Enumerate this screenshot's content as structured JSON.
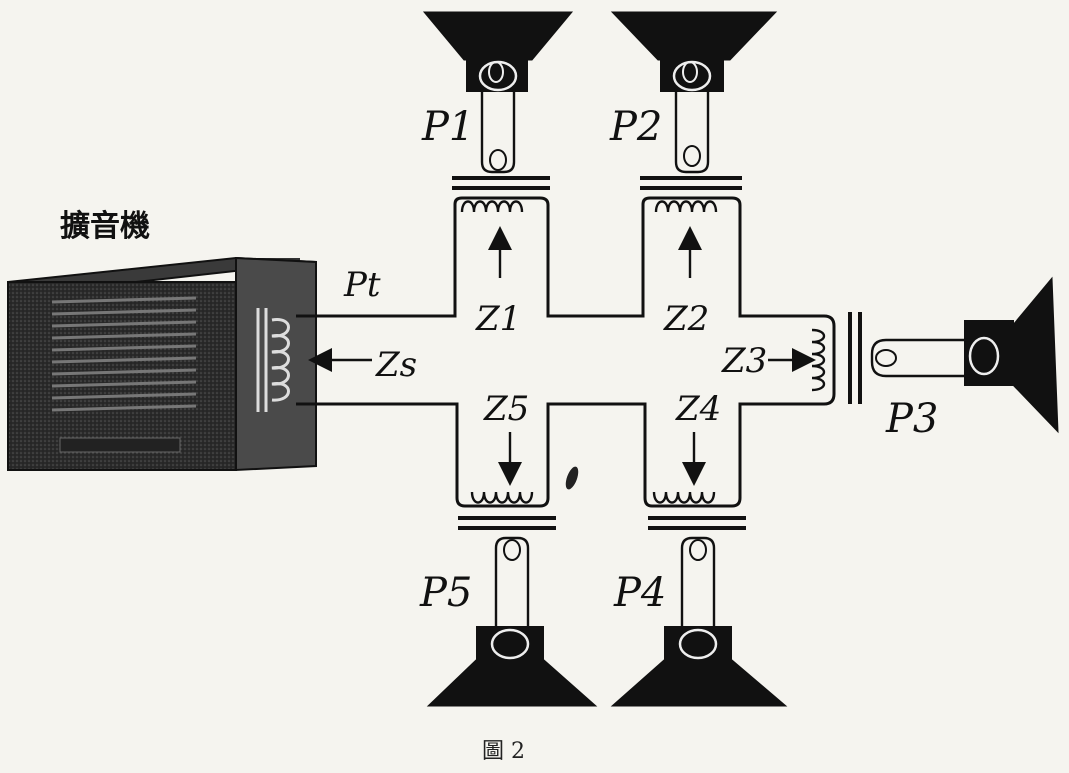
{
  "diagram": {
    "amplifier_label": "擴音機",
    "line_label": "Pt",
    "source_impedance_label": "Zs",
    "impedances": [
      {
        "id": "z1",
        "label": "Z1"
      },
      {
        "id": "z2",
        "label": "Z2"
      },
      {
        "id": "z3",
        "label": "Z3"
      },
      {
        "id": "z4",
        "label": "Z4"
      },
      {
        "id": "z5",
        "label": "Z5"
      }
    ],
    "speakers": [
      {
        "id": "p1",
        "label": "P1"
      },
      {
        "id": "p2",
        "label": "P2"
      },
      {
        "id": "p3",
        "label": "P3"
      },
      {
        "id": "p4",
        "label": "P4"
      },
      {
        "id": "p5",
        "label": "P5"
      }
    ]
  },
  "caption": "圖 2"
}
